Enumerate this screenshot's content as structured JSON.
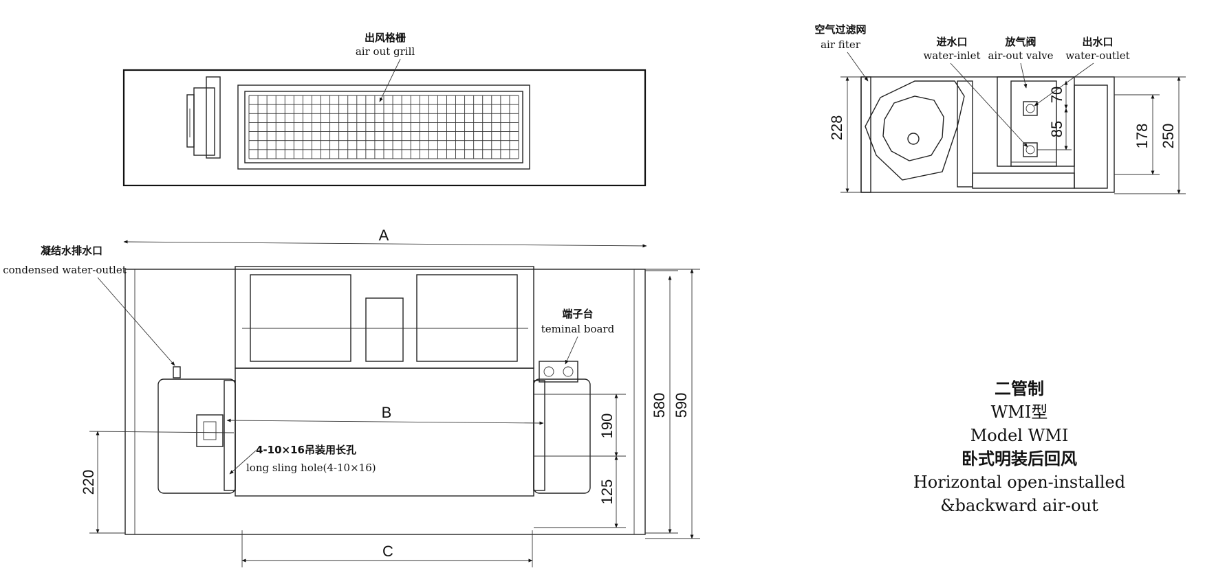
{
  "top_view": {
    "grill_cn": "出风格栅",
    "grill_en": "air out grill"
  },
  "side_view": {
    "filter_cn": "空气过滤网",
    "filter_en": "air fiter",
    "inlet_cn": "进水口",
    "inlet_en": "water-inlet",
    "valve_cn": "放气阀",
    "valve_en": "air-out valve",
    "outlet_cn": "出水口",
    "outlet_en": "water-outlet",
    "dims": {
      "d228": "228",
      "d70": "70",
      "d85": "85",
      "d178": "178",
      "d250": "250"
    }
  },
  "front_view": {
    "condensate_cn": "凝结水排水口",
    "condensate_en": "condensed water-outlet",
    "terminal_cn": "端子台",
    "terminal_en": "teminal board",
    "sling_cn": "4-10×16吊装用长孔",
    "sling_en": "long sling hole(4-10×16)",
    "dims": {
      "A": "A",
      "B": "B",
      "C": "C",
      "d220": "220",
      "d190": "190",
      "d125": "125",
      "d580": "580",
      "d590": "590"
    }
  },
  "description": {
    "line1": "二管制",
    "line2": "WMI型",
    "line3": "Model WMI",
    "line4": "卧式明装后回风",
    "line5": "Horizontal open-installed",
    "line6": "&backward air-out"
  }
}
